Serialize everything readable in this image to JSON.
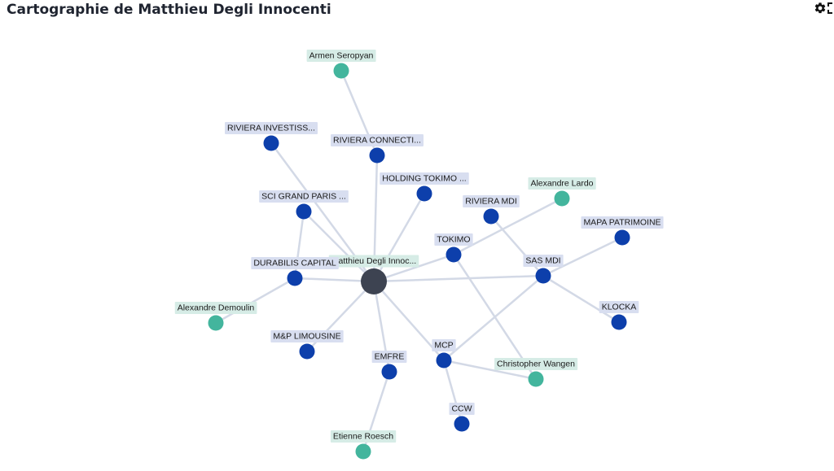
{
  "header": {
    "title": "Cartographie de Matthieu Degli Innocenti"
  },
  "toolbar": {
    "settings_icon": "gear-icon",
    "fullscreen_icon": "fullscreen-icon"
  },
  "colors": {
    "center": "#3d4351",
    "company": "#0d3fab",
    "person": "#43b59d",
    "edge": "#d3d9e6",
    "label_company_bg": "#d8def0",
    "label_person_bg": "#d6ece6"
  },
  "graph": {
    "nodes": [
      {
        "id": "center",
        "label": "Matthieu Degli Innoc...",
        "kind": "center"
      },
      {
        "id": "armen",
        "label": "Armen Seropyan",
        "kind": "person"
      },
      {
        "id": "riviera_invest",
        "label": "RIVIERA INVESTISS...",
        "kind": "company"
      },
      {
        "id": "riviera_connect",
        "label": "RIVIERA CONNECTI...",
        "kind": "company"
      },
      {
        "id": "holding_tokimo",
        "label": "HOLDING TOKIMO ...",
        "kind": "company"
      },
      {
        "id": "alexandre_lardo",
        "label": "Alexandre Lardo",
        "kind": "person"
      },
      {
        "id": "sci_grand_paris",
        "label": "SCI GRAND PARIS ...",
        "kind": "company"
      },
      {
        "id": "riviera_mdi",
        "label": "RIVIERA MDI",
        "kind": "company"
      },
      {
        "id": "mapa",
        "label": "MAPA PATRIMOINE",
        "kind": "company"
      },
      {
        "id": "tokimo",
        "label": "TOKIMO",
        "kind": "company"
      },
      {
        "id": "sas_mdi",
        "label": "SAS MDI",
        "kind": "company"
      },
      {
        "id": "durabilis",
        "label": "DURABILIS CAPITAL",
        "kind": "company"
      },
      {
        "id": "alexandre_demoulin",
        "label": "Alexandre Demoulin",
        "kind": "person"
      },
      {
        "id": "klocka",
        "label": "KLOCKA",
        "kind": "company"
      },
      {
        "id": "mp_limousine",
        "label": "M&P LIMOUSINE",
        "kind": "company"
      },
      {
        "id": "mcp",
        "label": "MCP",
        "kind": "company"
      },
      {
        "id": "emfre",
        "label": "EMFRE",
        "kind": "company"
      },
      {
        "id": "christopher",
        "label": "Christopher Wangen",
        "kind": "person"
      },
      {
        "id": "ccw",
        "label": "CCW",
        "kind": "company"
      },
      {
        "id": "etienne",
        "label": "Etienne Roesch",
        "kind": "person"
      }
    ],
    "edges": [
      [
        "center",
        "riviera_invest"
      ],
      [
        "center",
        "riviera_connect"
      ],
      [
        "center",
        "holding_tokimo"
      ],
      [
        "center",
        "sci_grand_paris"
      ],
      [
        "center",
        "tokimo"
      ],
      [
        "center",
        "sas_mdi"
      ],
      [
        "center",
        "durabilis"
      ],
      [
        "center",
        "mp_limousine"
      ],
      [
        "center",
        "mcp"
      ],
      [
        "center",
        "emfre"
      ],
      [
        "riviera_connect",
        "armen"
      ],
      [
        "tokimo",
        "alexandre_lardo"
      ],
      [
        "tokimo",
        "christopher"
      ],
      [
        "sci_grand_paris",
        "durabilis"
      ],
      [
        "durabilis",
        "alexandre_demoulin"
      ],
      [
        "riviera_mdi",
        "sas_mdi"
      ],
      [
        "sas_mdi",
        "mapa"
      ],
      [
        "sas_mdi",
        "klocka"
      ],
      [
        "sas_mdi",
        "mcp"
      ],
      [
        "mcp",
        "christopher"
      ],
      [
        "mcp",
        "ccw"
      ],
      [
        "emfre",
        "etienne"
      ]
    ]
  }
}
